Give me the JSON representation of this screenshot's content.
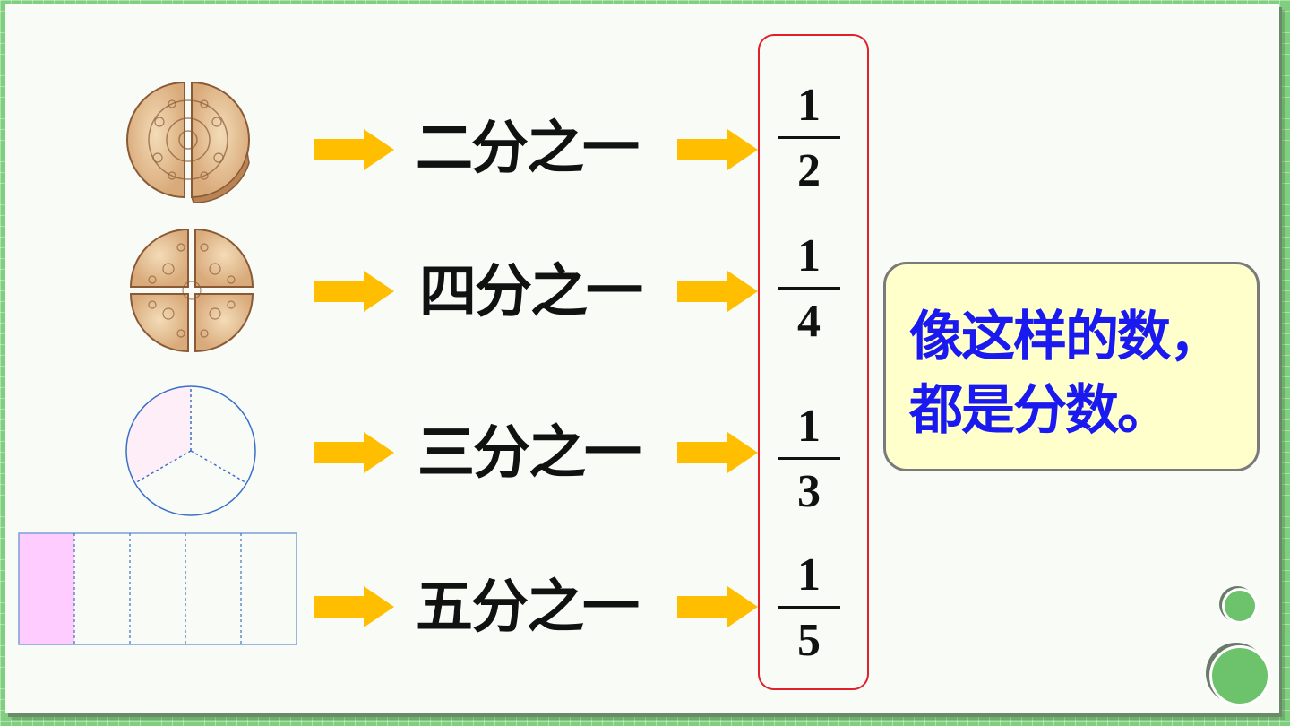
{
  "rows": [
    {
      "label": "二分之一",
      "numerator": "1",
      "denominator": "2"
    },
    {
      "label": "四分之一",
      "numerator": "1",
      "denominator": "4"
    },
    {
      "label": "三分之一",
      "numerator": "1",
      "denominator": "3"
    },
    {
      "label": "五分之一",
      "numerator": "1",
      "denominator": "5"
    }
  ],
  "note": {
    "line1": "像这样的数，",
    "line2": "都是分数。"
  },
  "colors": {
    "arrow": "#ffbf00",
    "frame": "#e0202a",
    "note_text": "#1a1af0",
    "note_bg": "#ffffcc",
    "shade_pink": "#ffccff"
  },
  "icons": [
    "cake-halves-icon",
    "cake-quarters-icon",
    "circle-thirds-icon",
    "rectangle-fifths-icon",
    "arrow-right-icon"
  ]
}
